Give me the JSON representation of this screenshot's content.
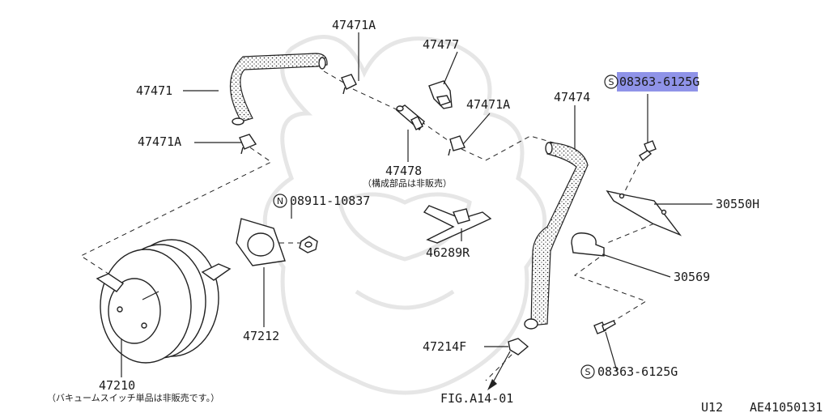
{
  "labels": {
    "p47471A_top": "47471A",
    "p47477": "47477",
    "s08363_hl": "08363-6125G",
    "p47471": "47471",
    "p47471A_mid": "47471A",
    "p47474": "47474",
    "p47471A_left": "47471A",
    "p47478": "47478",
    "p47478_note": "（構成部品は非販売）",
    "n08911": "08911-10837",
    "p30550H": "30550H",
    "p46289R": "46289R",
    "p30569": "30569",
    "p47212": "47212",
    "p47214F": "47214F",
    "s08363_b": "08363-6125G",
    "p47210": "47210",
    "p47210_note": "（バキュームスイッチ単品は非販売です。）",
    "fig_ref": "FIG.A14-01",
    "footer_left": "U12",
    "footer_right": "AE41050131"
  },
  "symbols": {
    "s_mark": "S",
    "n_mark": "N"
  },
  "colors": {
    "highlight": "#8f93e8",
    "ink": "#222222"
  }
}
